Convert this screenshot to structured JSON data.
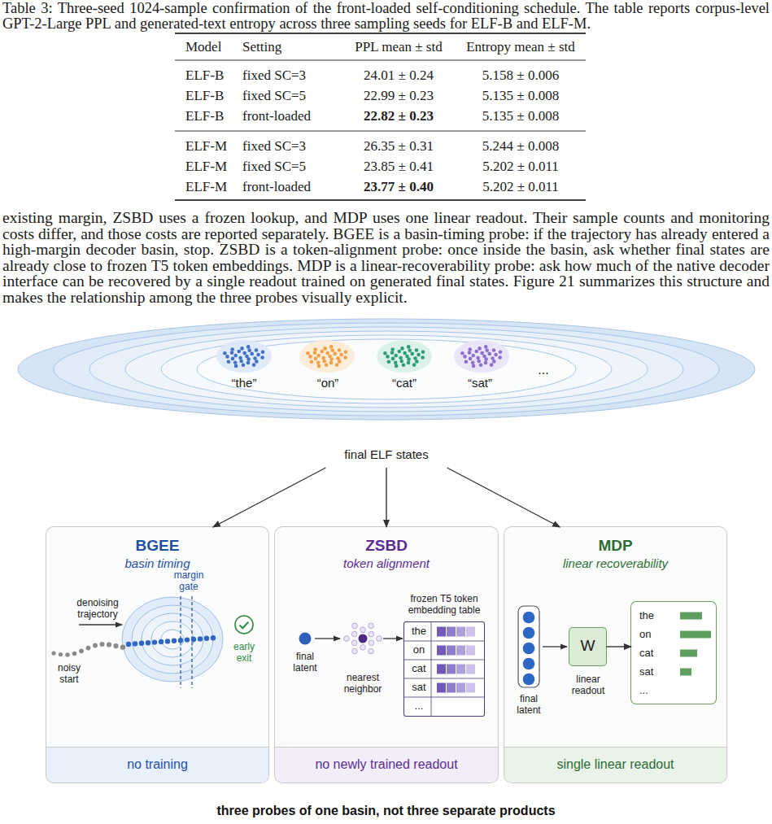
{
  "diagram": {
    "caption": "three probes of one basin, not three separate products",
    "nodes": [
      {
        "text": [
          "“the”",
          "“on”",
          "“cat”",
          "“sat”",
          "...",
          "final ELF states"
        ]
      },
      {
        "text": [
          "BGEE",
          "basin timing",
          "denoising trajectory",
          "margin gate",
          "noisy start",
          "early exit"
        ]
      },
      {
        "text": [
          "no training"
        ],
        "in": 1
      },
      {
        "text": [
          "ZSBD",
          "token alignment",
          "final latent",
          "nearest neighbor"
        ]
      },
      {
        "text": [
          "frozen T5 token embedding table",
          "the",
          "on",
          "cat",
          "sat",
          "..."
        ],
        "in": 3
      },
      {
        "text": [
          "no newly trained readout"
        ],
        "in": 3
      },
      {
        "text": [
          "MDP",
          "linear recoverability",
          "final latent"
        ]
      },
      {
        "text": [
          "W",
          "linear readout"
        ],
        "in": 6
      },
      {
        "text": [
          "the",
          "on",
          "cat",
          "sat",
          "..."
        ],
        "in": 6
      },
      {
        "text": [
          "single linear readout"
        ],
        "in": 6
      }
    ],
    "edges": [
      {
        "from": 0,
        "to": 1,
        "arrow": "to"
      },
      {
        "from": 0,
        "to": 3,
        "arrow": "to"
      },
      {
        "from": 0,
        "to": 6,
        "arrow": "to"
      },
      {
        "from": 7,
        "to": 8,
        "arrow": "to"
      }
    ],
    "labels": [
      "Table 3: Three-seed 1024-sample confirmation of the front-loaded self-conditioning schedule. The table reports corpus-level GPT-2-Large PPL and generated-text entropy across three sampling seeds for ELF-B and ELF-M.",
      "Model",
      "Setting",
      "PPL mean ± std",
      "Entropy mean ± std",
      "ELF-B",
      "fixed SC=3",
      "24.01 ± 0.24",
      "5.158 ± 0.006",
      "ELF-B",
      "fixed SC=5",
      "22.99 ± 0.23",
      "5.135 ± 0.008",
      "ELF-B",
      "front-loaded",
      "22.82 ± 0.23",
      "5.135 ± 0.008",
      "ELF-M",
      "fixed SC=3",
      "26.35 ± 0.31",
      "5.244 ± 0.008",
      "ELF-M",
      "fixed SC=5",
      "23.85 ± 0.41",
      "5.202 ± 0.011",
      "ELF-M",
      "front-loaded",
      "23.77 ± 0.40",
      "5.202 ± 0.011",
      "existing margin, ZSBD uses a frozen lookup, and MDP uses one linear readout. Their sample counts and monitoring costs differ, and those costs are reported separately. BGEE is a basin-timing probe: if the trajectory has already entered a high-margin decoder basin, stop. ZSBD is a token-alignment probe: once inside the basin, ask whether final states are already close to frozen T5 token embeddings. MDP is a linear-recoverability probe: ask how much of the native decoder interface can be recovered by a single readout trained on generated final states. Figure 21 summarizes this structure and makes the relationship among the three probes visually explicit."
    ]
  }
}
